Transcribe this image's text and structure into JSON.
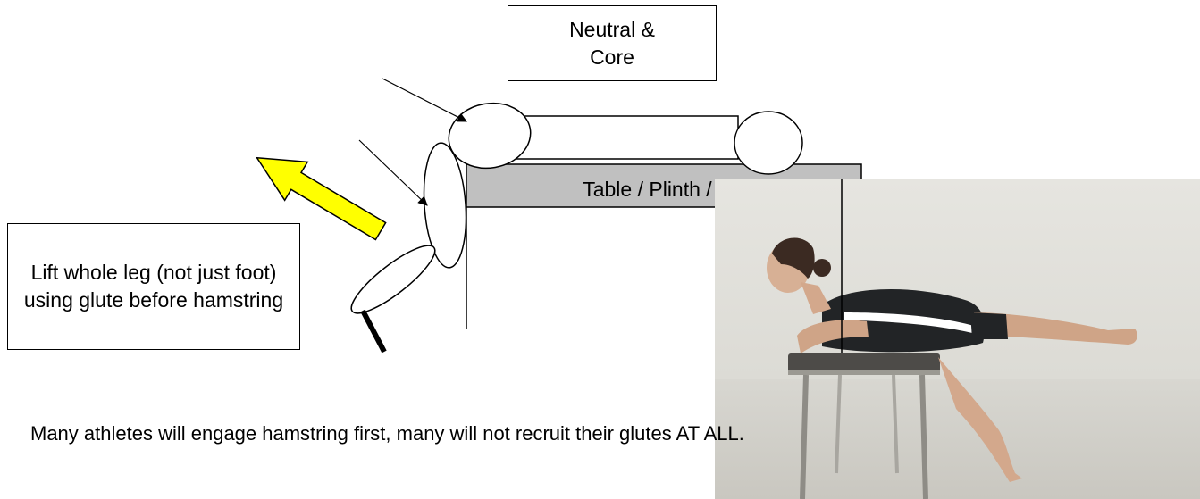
{
  "labels": {
    "neutral_box": "Neutral &\nCore",
    "table": "Table / Plinth / etc",
    "lift_instruction": "Lift whole leg (not just foot) using glute before hamstring"
  },
  "caption": "Many athletes will engage hamstring first, many will not recruit their glutes AT ALL.",
  "colors": {
    "arrow_fill": "#ffff00",
    "table_fill": "#c0c0c0",
    "outline": "#000000"
  }
}
